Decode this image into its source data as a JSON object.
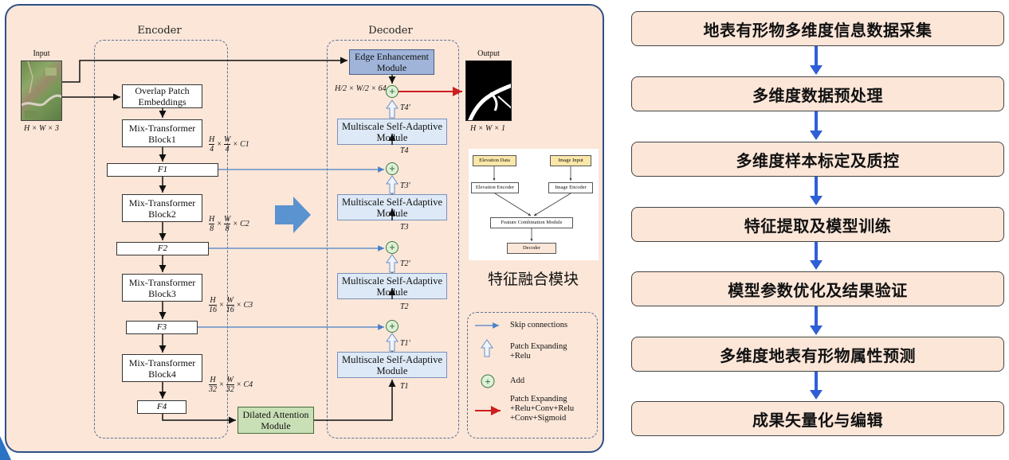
{
  "diagram": {
    "encoder_title": "Encoder",
    "decoder_title": "Decoder",
    "input_label": "Input",
    "output_label": "Output",
    "input_dim": "H × W × 3",
    "output_dim": "H × W × 1",
    "overlap_patch": "Overlap Patch\nEmbeddings",
    "mix_blocks": [
      "Mix-Transformer\nBlock1",
      "Mix-Transformer\nBlock2",
      "Mix-Transformer\nBlock3",
      "Mix-Transformer\nBlock4"
    ],
    "features": [
      "F1",
      "F2",
      "F3",
      "F4"
    ],
    "feature_dims": [
      {
        "num_h": "H",
        "den_h": "4",
        "num_w": "W",
        "den_w": "4",
        "c": "C1"
      },
      {
        "num_h": "H",
        "den_h": "8",
        "num_w": "W",
        "den_w": "8",
        "c": "C2"
      },
      {
        "num_h": "H",
        "den_h": "16",
        "num_w": "W",
        "den_w": "16",
        "c": "C3"
      },
      {
        "num_h": "H",
        "den_h": "32",
        "num_w": "W",
        "den_w": "32",
        "c": "C4"
      }
    ],
    "edge_module": "Edge Enhancement\nModule",
    "msa_module": "Multiscale Self-Adaptive\nModule",
    "dilated_module": "Dilated Attention\nModule",
    "top_dim": "H/2 × W/2 × 64",
    "t_labels": [
      "T4'",
      "T4",
      "T3'",
      "T3",
      "T2'",
      "T2",
      "T1'",
      "T1"
    ],
    "fusion": {
      "elevation_data": "Elevation Data",
      "image_input": "Image Input",
      "elevation_encoder": "Elevation Encoder",
      "image_encoder": "Image Encoder",
      "feature_combination": "Feature Combination Module",
      "decoder": "Decoder",
      "caption": "特征融合模块"
    },
    "legend": {
      "skip": "Skip connections",
      "patch_expanding": "Patch Expanding\n+Relu",
      "add": "Add",
      "patch_expanding_conv": "Patch Expanding\n+Relu+Conv+Relu\n+Conv+Sigmoid"
    }
  },
  "flowchart": {
    "steps": [
      "地表有形物多维度信息数据采集",
      "多维度数据预处理",
      "多维度样本标定及质控",
      "特征提取及模型训练",
      "模型参数优化及结果验证",
      "多维度地表有形物属性预测",
      "成果矢量化与编辑"
    ]
  },
  "colors": {
    "panel_bg": "#fbe6d8",
    "panel_border": "#2f4f86",
    "skip_arrow": "#4a7fc8",
    "red_arrow": "#cc1f1f",
    "flow_arrow": "#2f5fd6",
    "msa_fill": "#dde9f6",
    "edge_fill": "#9fb4d8",
    "dilated_fill": "#c9dfb6",
    "big_arrow": "#5a93d0"
  }
}
